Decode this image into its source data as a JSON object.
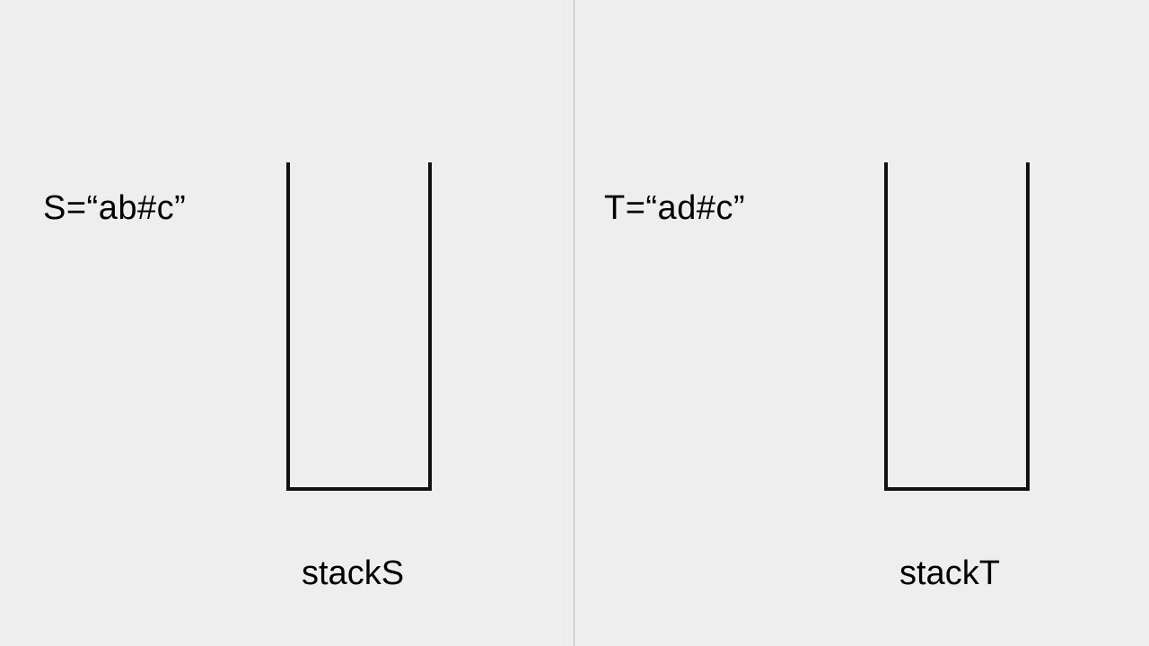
{
  "left_panel": {
    "expression": "S=“ab#c”",
    "stack_label": "stackS"
  },
  "right_panel": {
    "expression": "T=“ad#c”",
    "stack_label": "stackT"
  },
  "colors": {
    "background": "#eeeeee",
    "stroke": "#111111",
    "divider": "#b8b8b8"
  }
}
